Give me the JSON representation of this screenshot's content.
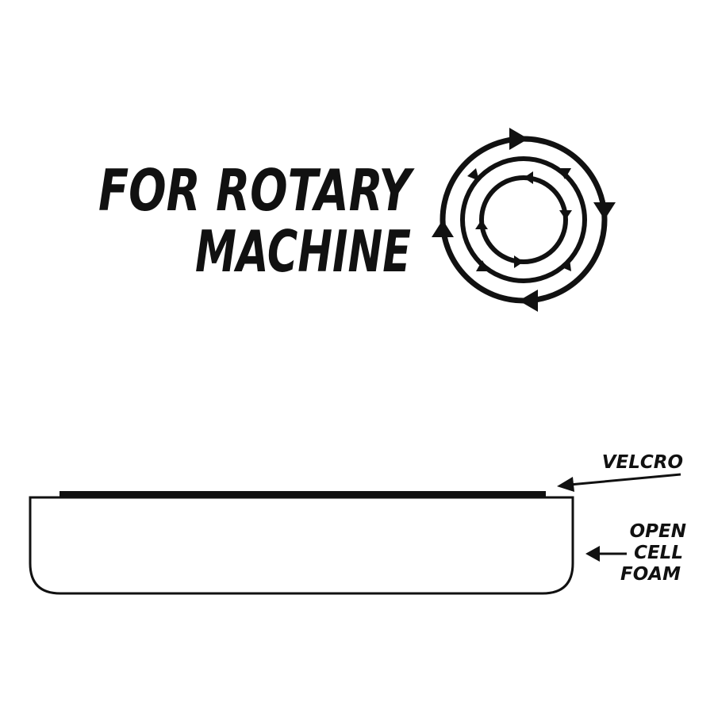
{
  "heading": {
    "line1": "FOR ROTARY",
    "line2": "MACHINE"
  },
  "rotation_icon": {
    "icon": "rotation-circles-icon",
    "ring_count": 3
  },
  "labels": {
    "velcro": "VELCRO",
    "foam_line1": "OPEN",
    "foam_line2": "CELL",
    "foam_line3": "FOAM"
  },
  "colors": {
    "ink": "#111111",
    "background": "#ffffff"
  }
}
